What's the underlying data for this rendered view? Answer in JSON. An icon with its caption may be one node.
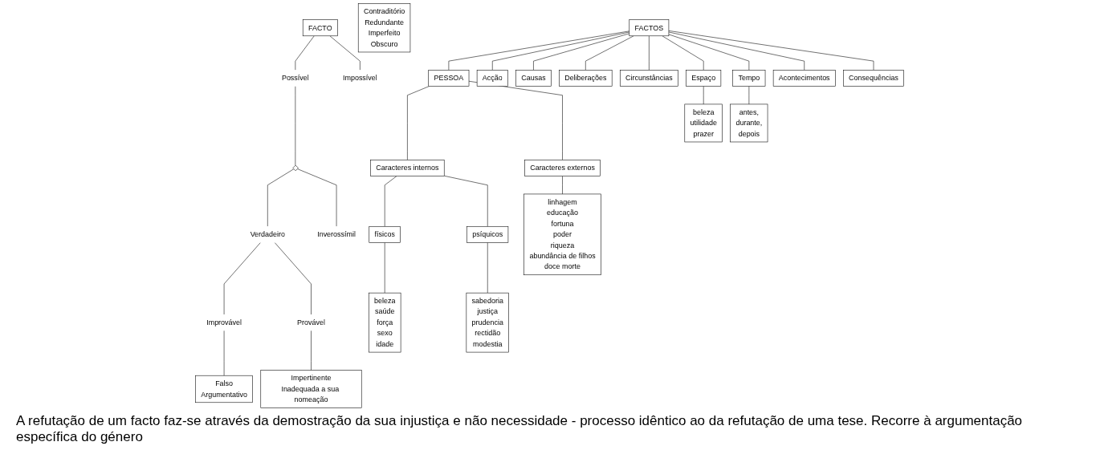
{
  "diagram": {
    "nodes": [
      {
        "text": [
          "FACTO"
        ]
      },
      {
        "text": [
          "Possível"
        ]
      },
      {
        "text": [
          "Impossível"
        ]
      },
      {
        "text": [
          "Verdadeiro"
        ]
      },
      {
        "text": [],
        "shape": "diamond"
      },
      {
        "text": [
          "Inverossímil"
        ]
      },
      {
        "text": [
          "Improvável"
        ]
      },
      {
        "text": [
          "Provável"
        ]
      },
      {
        "text": [
          "Falso",
          "Argumentativo"
        ]
      },
      {
        "text": [
          "Contraditório",
          "Redundante",
          "Imperfeito",
          "Obscuro"
        ]
      },
      {
        "text": [
          "Impertinente",
          "Inadequada a sua nomeação"
        ]
      },
      {
        "text": [
          "FACTOS"
        ]
      },
      {
        "text": [
          "PESSOA"
        ]
      },
      {
        "text": [
          "Acção"
        ]
      },
      {
        "text": [
          "Causas"
        ]
      },
      {
        "text": [
          "Deliberações"
        ]
      },
      {
        "text": [
          "Circunstâncias"
        ]
      },
      {
        "text": [
          "Espaço"
        ]
      },
      {
        "text": [
          "Tempo"
        ]
      },
      {
        "text": [
          "Acontecimentos"
        ]
      },
      {
        "text": [
          "Consequências"
        ]
      },
      {
        "text": [
          "beleza",
          "utilidade",
          "prazer"
        ]
      },
      {
        "text": [
          "antes,",
          "durante,",
          "depois"
        ]
      },
      {
        "text": [
          "Caracteres internos"
        ]
      },
      {
        "text": [
          "Caracteres externos"
        ]
      },
      {
        "text": [
          "físicos"
        ]
      },
      {
        "text": [
          "psíquicos"
        ]
      },
      {
        "text": [
          "beleza",
          "saúde",
          "força",
          "sexo",
          "idade"
        ]
      },
      {
        "text": [
          "sabedoria",
          "justiça",
          "prudencia",
          "rectidão",
          "modestia"
        ]
      },
      {
        "text": [
          "linhagem",
          "educação",
          "fortuna",
          "poder",
          "riqueza",
          "abundância de filhos",
          "doce morte"
        ]
      }
    ],
    "edges": [
      {
        "from": 0,
        "to": 1,
        "arrow": "none"
      },
      {
        "from": 0,
        "to": 2,
        "arrow": "none"
      },
      {
        "from": 1,
        "to": 4,
        "arrow": "none"
      },
      {
        "from": 4,
        "to": 3,
        "arrow": "none"
      },
      {
        "from": 4,
        "to": 5,
        "arrow": "none"
      },
      {
        "from": 3,
        "to": 6,
        "arrow": "none"
      },
      {
        "from": 3,
        "to": 7,
        "arrow": "none"
      },
      {
        "from": 6,
        "to": 8,
        "arrow": "none"
      },
      {
        "from": 7,
        "to": 10,
        "arrow": "none"
      },
      {
        "from": 11,
        "to": 12,
        "arrow": "none"
      },
      {
        "from": 11,
        "to": 13,
        "arrow": "none"
      },
      {
        "from": 11,
        "to": 14,
        "arrow": "none"
      },
      {
        "from": 11,
        "to": 15,
        "arrow": "none"
      },
      {
        "from": 11,
        "to": 16,
        "arrow": "none"
      },
      {
        "from": 11,
        "to": 17,
        "arrow": "none"
      },
      {
        "from": 11,
        "to": 18,
        "arrow": "none"
      },
      {
        "from": 11,
        "to": 19,
        "arrow": "none"
      },
      {
        "from": 11,
        "to": 20,
        "arrow": "none"
      },
      {
        "from": 17,
        "to": 21,
        "arrow": "none"
      },
      {
        "from": 18,
        "to": 22,
        "arrow": "none"
      },
      {
        "from": 12,
        "to": 23,
        "arrow": "none"
      },
      {
        "from": 12,
        "to": 24,
        "arrow": "none"
      },
      {
        "from": 23,
        "to": 25,
        "arrow": "none"
      },
      {
        "from": 23,
        "to": 26,
        "arrow": "none"
      },
      {
        "from": 25,
        "to": 27,
        "arrow": "none"
      },
      {
        "from": 26,
        "to": 28,
        "arrow": "none"
      },
      {
        "from": 24,
        "to": 29,
        "arrow": "none"
      }
    ],
    "labels": [
      "A refutação de um facto faz-se através da demostração da sua injustiça e não necessidade - processo idêntico ao da refutação de uma tese. Recorre à argumentação específica do género"
    ]
  }
}
